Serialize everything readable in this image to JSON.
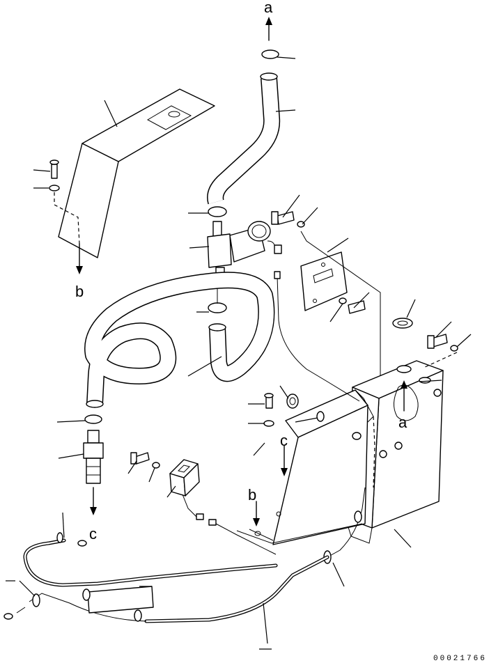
{
  "callouts": {
    "a_top": "a",
    "a_tank": "a",
    "b_left": "b",
    "b_tank": "b",
    "c_left": "c",
    "c_tank": "c"
  },
  "drawing_code": "00021766"
}
